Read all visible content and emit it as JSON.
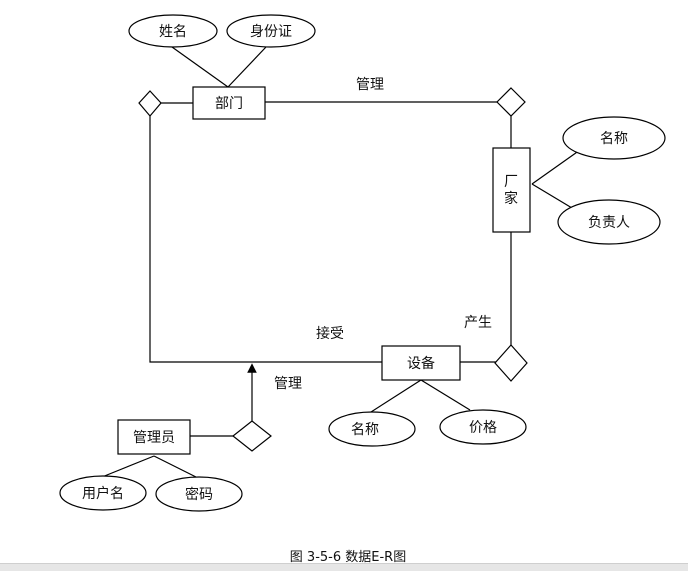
{
  "entities": {
    "department": "部门",
    "manufacturer": "厂家",
    "equipment": "设备",
    "administrator": "管理员"
  },
  "attributes": {
    "name": "姓名",
    "id_card": "身份证",
    "mfr_name": "名称",
    "person_in_charge": "负责人",
    "eq_name": "名称",
    "price": "价格",
    "username": "用户名",
    "password": "密码"
  },
  "relationships": {
    "dept_mfr": "管理",
    "mfr_eq": "产生",
    "dept_eq": "接受",
    "admin_manage": "管理"
  },
  "caption": "图 3-5-6  数据E-R图",
  "colors": {
    "stroke": "#000000",
    "fill": "#ffffff",
    "text": "#111111"
  }
}
